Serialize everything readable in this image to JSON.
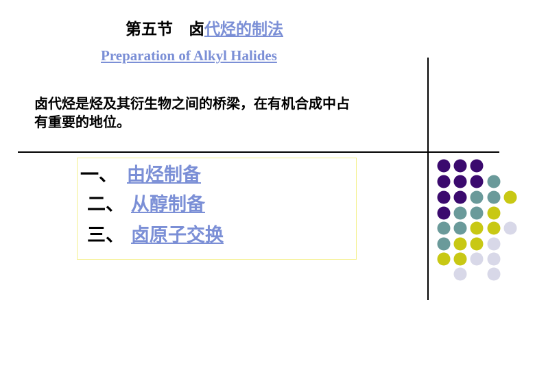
{
  "slide": {
    "title": {
      "prefix": "第五节　卤",
      "link_text": "代烃的制法",
      "english": "Preparation of Alkyl Halides"
    },
    "intro": {
      "line1": "卤代烃是烃及其衍生物之间的桥梁，在有机合成中占",
      "line2": "有重要的地位。"
    },
    "outline": [
      {
        "number": "一、",
        "label": "由烃制备"
      },
      {
        "number": "二、",
        "label": "从醇制备"
      },
      {
        "number": "三、",
        "label": "卤原子交换"
      }
    ],
    "colors": {
      "link": "#7b8fd6",
      "box_border": "#f4f08a",
      "dot_purple": "#3b0a6e",
      "dot_teal": "#6a9a9a",
      "dot_yellow": "#c8c814",
      "dot_lavender": "#d8d8e8"
    },
    "dot_grid": [
      [
        "P",
        "P",
        "P",
        "",
        ""
      ],
      [
        "P",
        "P",
        "P",
        "T",
        ""
      ],
      [
        "P",
        "P",
        "T",
        "T",
        "Y"
      ],
      [
        "P",
        "T",
        "T",
        "Y",
        ""
      ],
      [
        "T",
        "T",
        "Y",
        "Y",
        "L"
      ],
      [
        "T",
        "Y",
        "Y",
        "L",
        ""
      ],
      [
        "Y",
        "Y",
        "L",
        "L",
        ""
      ],
      [
        "",
        "L",
        "",
        "L",
        ""
      ]
    ]
  }
}
